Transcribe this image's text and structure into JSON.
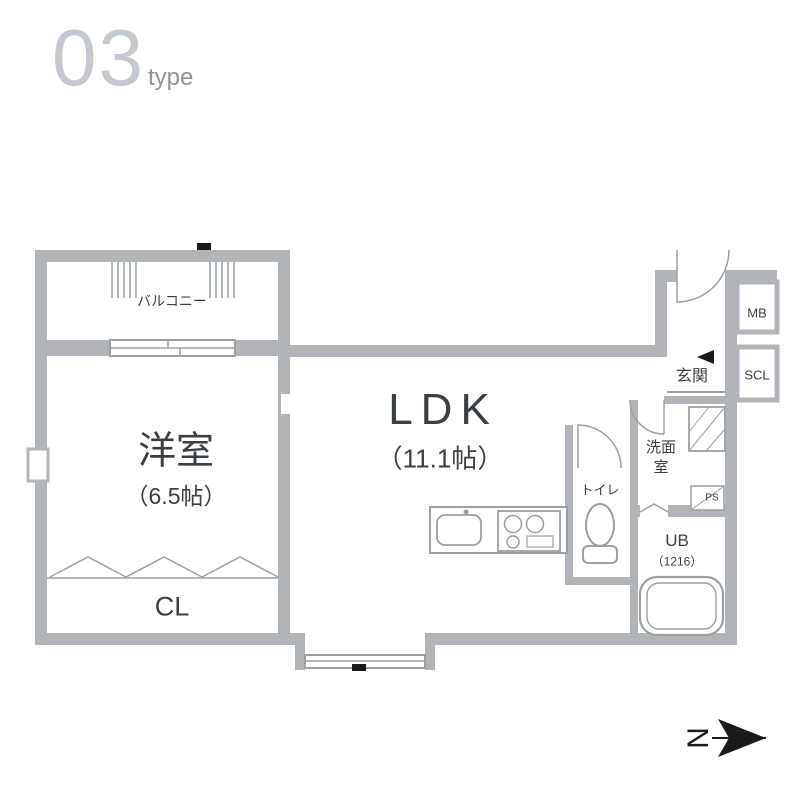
{
  "title": {
    "number": "03",
    "suffix": "type"
  },
  "rooms": {
    "balcony": {
      "label": "バルコニー"
    },
    "bedroom": {
      "name": "洋室",
      "size": "（6.5帖）"
    },
    "ldk": {
      "name": "LDK",
      "size": "（11.1帖）"
    },
    "closet": {
      "label": "CL"
    },
    "toilet": {
      "label": "トイレ"
    },
    "washroom": {
      "label": "洗面室"
    },
    "bath": {
      "name": "UB",
      "size": "（1216）"
    },
    "entrance": {
      "label": "玄関"
    },
    "meter_box": {
      "label": "MB"
    },
    "shoe_closet": {
      "label": "SCL"
    },
    "pipe_space": {
      "label": "PS"
    }
  },
  "compass": {
    "label": "N"
  },
  "icons": {
    "compass-north-icon": "solid right-pointing arrow with rotated N",
    "entrance-direction-icon": "small solid left-pointing triangle",
    "door-swing-icon": "quarter-circle arc with door leaf line",
    "folding-door-icon": "zigzag line",
    "closet-door-icon": "three chevron folding-door marks",
    "window-icon": "double-line sliding window",
    "kitchen-sink-icon": "rounded rectangle with faucet dot",
    "stove-icon": "rectangle with burner circles",
    "toilet-icon": "ellipse bowl with tank rectangle",
    "bathtub-icon": "double rounded rectangle",
    "washing-machine-pan-icon": "hatched square",
    "vent-mark": "small black rectangle on wall"
  },
  "colors": {
    "wall": "#b1b4b8",
    "fixture_line": "#9aa0a4",
    "text": "#3a3f44",
    "mark": "#1a1a1a",
    "title_number": "#c3c9cf",
    "title_suffix": "#8c949a"
  }
}
